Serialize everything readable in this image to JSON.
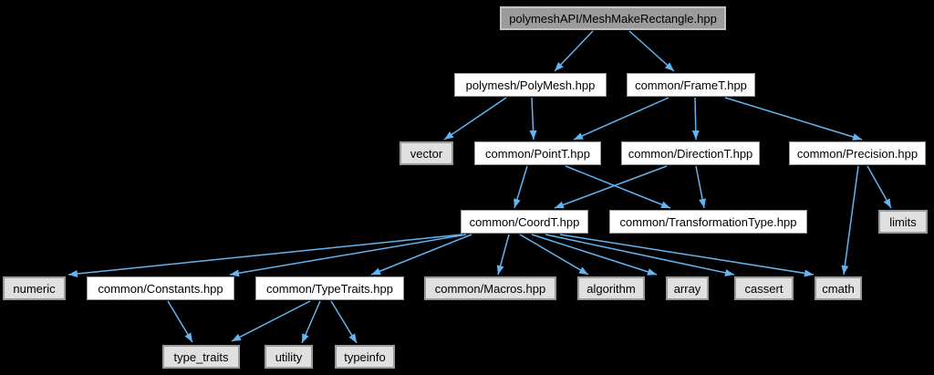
{
  "diagram": {
    "kind": "include-dependency-graph",
    "root_file": "polymeshAPI/MeshMakeRectangle.hpp"
  },
  "colors": {
    "background": "#000000",
    "edge": "#63b4f2",
    "text": "#000000",
    "node_border": "#9a9a9a",
    "file_fill": "#ffffff",
    "gray_fill": "#e0e0e0",
    "root_fill": "#9b9b9b",
    "root_border": "#c2c2c2"
  },
  "nodes": [
    {
      "id": "root",
      "label": "polymeshAPI/MeshMakeRectangle.hpp",
      "kind": "root"
    },
    {
      "id": "polymesh",
      "label": "polymesh/PolyMesh.hpp",
      "kind": "file"
    },
    {
      "id": "framet",
      "label": "common/FrameT.hpp",
      "kind": "file"
    },
    {
      "id": "vector",
      "label": "vector",
      "kind": "gray"
    },
    {
      "id": "pointt",
      "label": "common/PointT.hpp",
      "kind": "file"
    },
    {
      "id": "directiont",
      "label": "common/DirectionT.hpp",
      "kind": "file"
    },
    {
      "id": "precision",
      "label": "common/Precision.hpp",
      "kind": "file"
    },
    {
      "id": "coordt",
      "label": "common/CoordT.hpp",
      "kind": "file"
    },
    {
      "id": "transformationtype",
      "label": "common/TransformationType.hpp",
      "kind": "file"
    },
    {
      "id": "limits",
      "label": "limits",
      "kind": "gray"
    },
    {
      "id": "numeric",
      "label": "numeric",
      "kind": "gray"
    },
    {
      "id": "constants",
      "label": "common/Constants.hpp",
      "kind": "file"
    },
    {
      "id": "typetraits",
      "label": "common/TypeTraits.hpp",
      "kind": "file"
    },
    {
      "id": "macros",
      "label": "common/Macros.hpp",
      "kind": "gray"
    },
    {
      "id": "algorithm",
      "label": "algorithm",
      "kind": "gray"
    },
    {
      "id": "array",
      "label": "array",
      "kind": "gray"
    },
    {
      "id": "cassert",
      "label": "cassert",
      "kind": "gray"
    },
    {
      "id": "cmath",
      "label": "cmath",
      "kind": "gray"
    },
    {
      "id": "type_traits",
      "label": "type_traits",
      "kind": "gray"
    },
    {
      "id": "utility",
      "label": "utility",
      "kind": "gray"
    },
    {
      "id": "typeinfo",
      "label": "typeinfo",
      "kind": "gray"
    }
  ],
  "edges": [
    {
      "from": "root",
      "to": "polymesh"
    },
    {
      "from": "root",
      "to": "framet"
    },
    {
      "from": "polymesh",
      "to": "vector"
    },
    {
      "from": "polymesh",
      "to": "pointt"
    },
    {
      "from": "framet",
      "to": "pointt"
    },
    {
      "from": "framet",
      "to": "directiont"
    },
    {
      "from": "framet",
      "to": "precision"
    },
    {
      "from": "pointt",
      "to": "coordt"
    },
    {
      "from": "pointt",
      "to": "transformationtype"
    },
    {
      "from": "directiont",
      "to": "coordt"
    },
    {
      "from": "directiont",
      "to": "transformationtype"
    },
    {
      "from": "precision",
      "to": "limits"
    },
    {
      "from": "precision",
      "to": "cmath"
    },
    {
      "from": "coordt",
      "to": "numeric"
    },
    {
      "from": "coordt",
      "to": "constants"
    },
    {
      "from": "coordt",
      "to": "typetraits"
    },
    {
      "from": "coordt",
      "to": "macros"
    },
    {
      "from": "coordt",
      "to": "algorithm"
    },
    {
      "from": "coordt",
      "to": "array"
    },
    {
      "from": "coordt",
      "to": "cassert"
    },
    {
      "from": "coordt",
      "to": "cmath"
    },
    {
      "from": "constants",
      "to": "type_traits"
    },
    {
      "from": "typetraits",
      "to": "type_traits"
    },
    {
      "from": "typetraits",
      "to": "utility"
    },
    {
      "from": "typetraits",
      "to": "typeinfo"
    }
  ]
}
